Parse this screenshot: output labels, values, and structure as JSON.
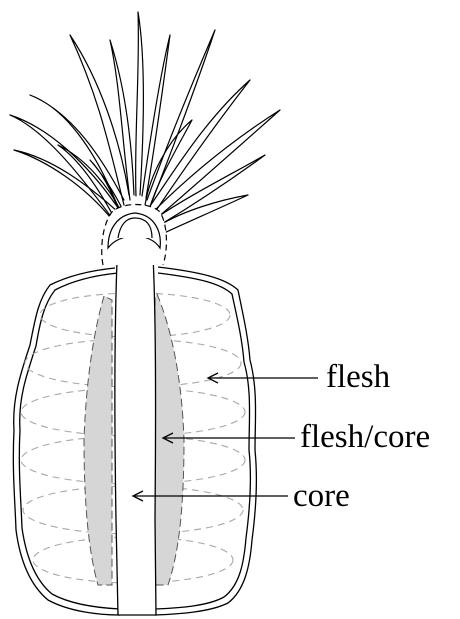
{
  "labels": {
    "flesh": "flesh",
    "flesh_core": "flesh/core",
    "core": "core"
  },
  "colors": {
    "outline": "#000000",
    "rings": "#a8a8a8",
    "flesh_core_shading": "#d6d6d6",
    "background": "#ffffff"
  }
}
